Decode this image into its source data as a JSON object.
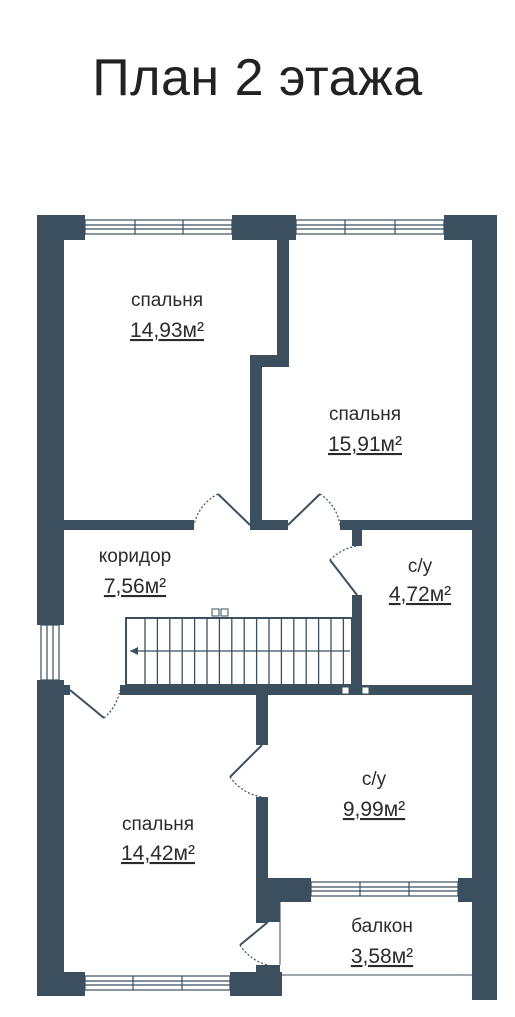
{
  "title": "План 2 этажа",
  "colors": {
    "wall": "#3b4f5e",
    "background": "#ffffff",
    "text": "#2b2b2b"
  },
  "rooms": [
    {
      "id": "bedroom-1",
      "name": "спальня",
      "area": "14,93м²"
    },
    {
      "id": "bedroom-2",
      "name": "спальня",
      "area": "15,91м²"
    },
    {
      "id": "corridor",
      "name": "коридор",
      "area": "7,56м²"
    },
    {
      "id": "bathroom-1",
      "name": "с/у",
      "area": "4,72м²"
    },
    {
      "id": "bathroom-2",
      "name": "с/у",
      "area": "9,99м²"
    },
    {
      "id": "bedroom-3",
      "name": "спальня",
      "area": "14,42м²"
    },
    {
      "id": "balcony",
      "name": "балкон",
      "area": "3,58м²"
    }
  ]
}
